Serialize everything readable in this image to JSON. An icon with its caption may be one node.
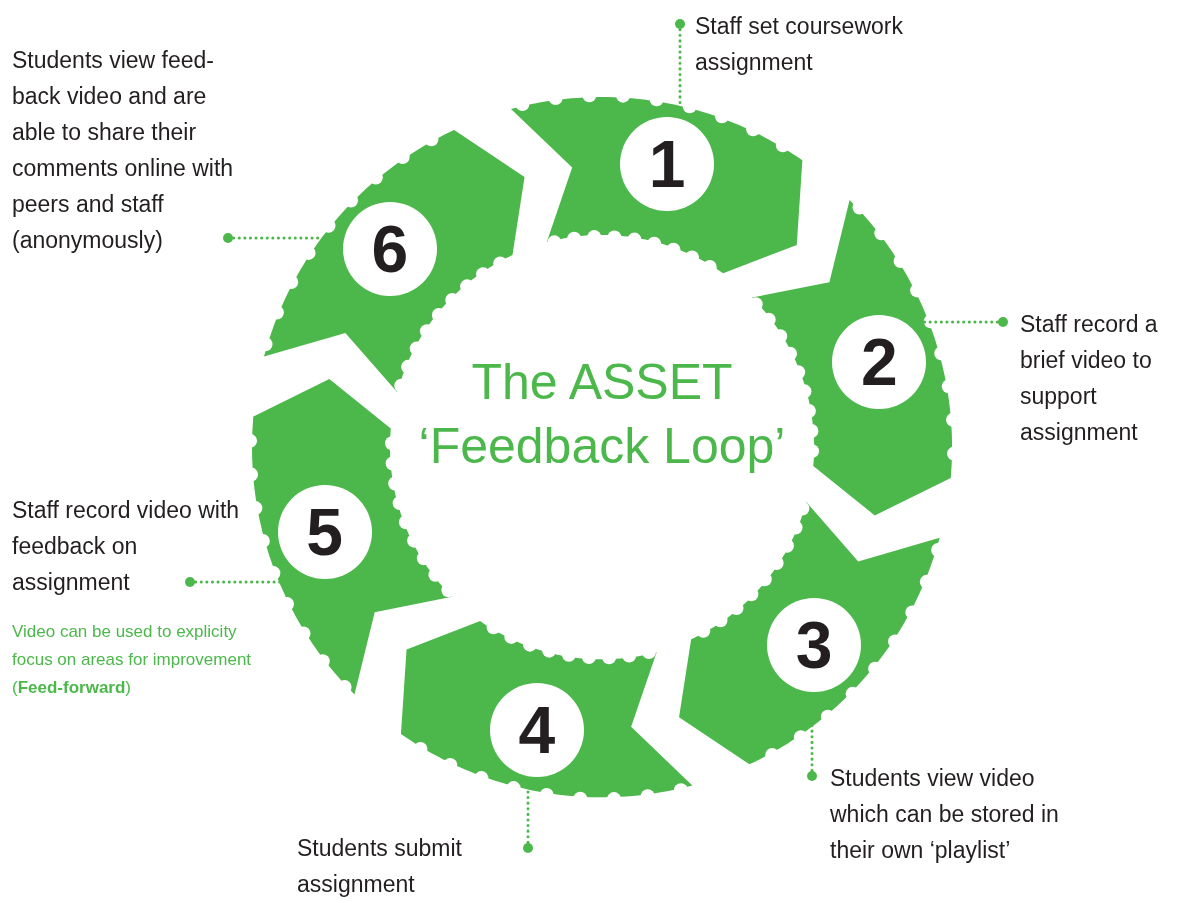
{
  "diagram": {
    "title": "The ASSET ‘Feedback Loop’",
    "nodes": [
      {
        "text": [
          "1"
        ]
      },
      {
        "text": [
          "2"
        ]
      },
      {
        "text": [
          "3"
        ]
      },
      {
        "text": [
          "4"
        ]
      },
      {
        "text": [
          "5"
        ]
      },
      {
        "text": [
          "6"
        ]
      },
      {
        "text": [
          "Staff set coursework assignment"
        ]
      },
      {
        "text": [
          "Staff record a brief video to support assignment"
        ]
      },
      {
        "text": [
          "Students view video which can be stored in their own ‘playlist’"
        ]
      },
      {
        "text": [
          "Students submit assignment"
        ]
      },
      {
        "text": [
          "Staff record video with feedback  on assignment"
        ]
      },
      {
        "text": [
          "Students view feed-back video and are able to share their comments online with peers and staff (anonymously)"
        ]
      }
    ],
    "edges": [
      {
        "from": 6,
        "to": 0,
        "arrow": "other"
      },
      {
        "from": 7,
        "to": 1,
        "arrow": "other"
      },
      {
        "from": 8,
        "to": 2,
        "arrow": "other"
      },
      {
        "from": 9,
        "to": 3,
        "arrow": "other"
      },
      {
        "from": 10,
        "to": 4,
        "arrow": "other"
      },
      {
        "from": 11,
        "to": 5,
        "arrow": "other"
      }
    ],
    "labels": [
      "Video can be used to explicity focus on areas for improvement (**Feed-forward**)"
    ]
  }
}
